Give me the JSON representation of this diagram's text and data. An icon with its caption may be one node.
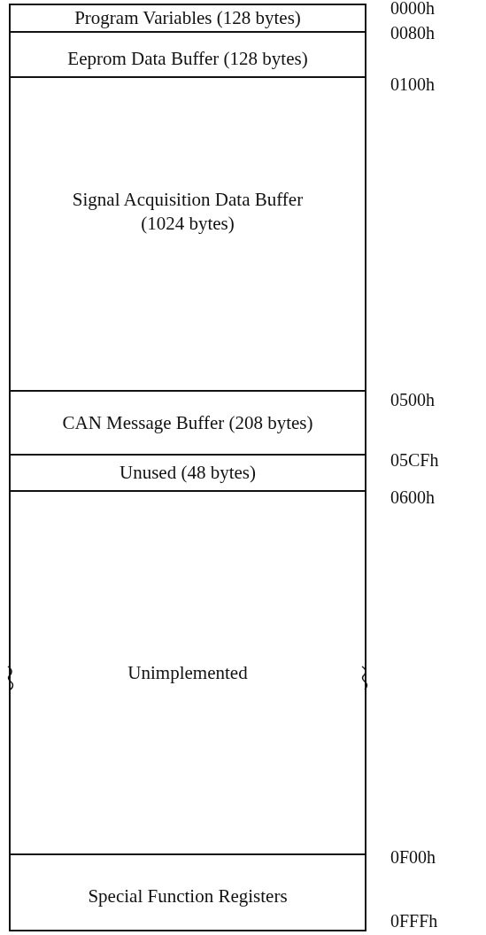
{
  "diagram": {
    "nodes": [
      {
        "text": [
          "Program Variables (128 bytes)"
        ]
      },
      {
        "text": [
          "Eeprom Data Buffer (128 bytes)"
        ]
      },
      {
        "text": [
          "Signal Acquisition Data Buffer (1024 bytes)"
        ]
      },
      {
        "text": [
          "CAN Message Buffer (208 bytes)"
        ]
      },
      {
        "text": [
          "Unused (48 bytes)"
        ]
      },
      {
        "text": [
          "Unimplemented"
        ]
      },
      {
        "text": [
          "Special Function Registers"
        ]
      }
    ],
    "labels": [
      "0000h",
      "0080h",
      "0100h",
      "0500h",
      "05CFh",
      "0600h",
      "0F00h",
      "0FFFh"
    ]
  }
}
